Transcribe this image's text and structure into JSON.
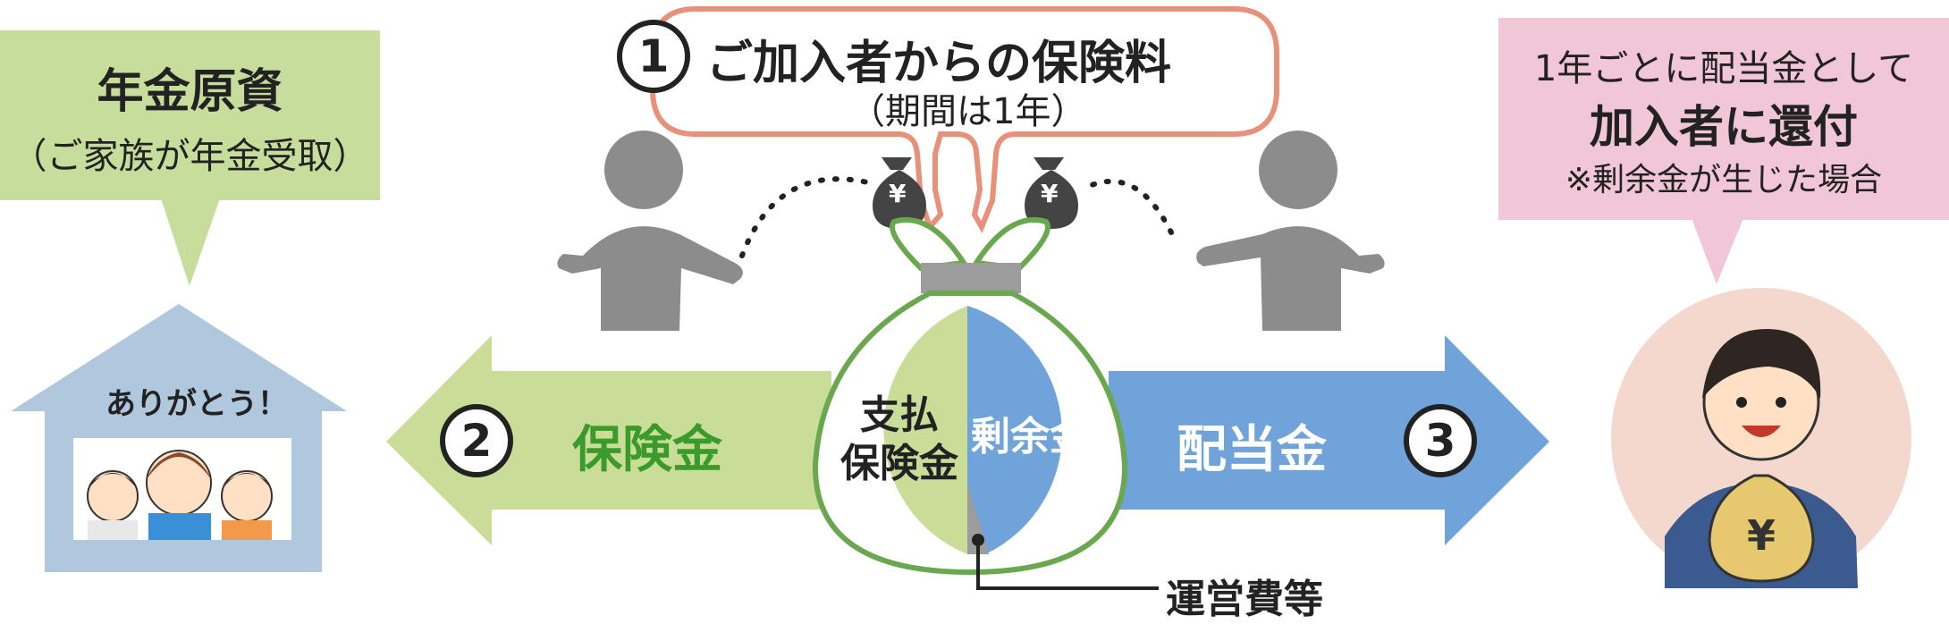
{
  "premium_bubble": {
    "number": "1",
    "title": "ご加入者からの保険料",
    "subtitle": "（期間は1年）"
  },
  "pension_box": {
    "title": "年金原資",
    "subtitle": "（ご家族が年金受取）"
  },
  "refund_box": {
    "line1": "1年ごとに配当金として",
    "line2": "加入者に還付",
    "note": "※剰余金が生じた場合"
  },
  "house": {
    "thanks": "ありがとう！"
  },
  "arrow_left": {
    "number": "2",
    "label": "保険金"
  },
  "arrow_right": {
    "label": "配当金",
    "number": "3"
  },
  "bag": {
    "left_label_1": "支払",
    "left_label_2": "保険金",
    "right_label": "剰余金",
    "callout": "運営費等",
    "yen_symbol": "¥"
  },
  "colors": {
    "green_box": "#c7dd9c",
    "green_arrow": "#c9dd99",
    "green_text": "#3a9a2a",
    "blue_arrow": "#6fa3d9",
    "blue_box": "#b0c8de",
    "pink_box": "#f1c6d6",
    "salmon_outline": "#e8907a",
    "person_gray": "#8c8c8c"
  }
}
